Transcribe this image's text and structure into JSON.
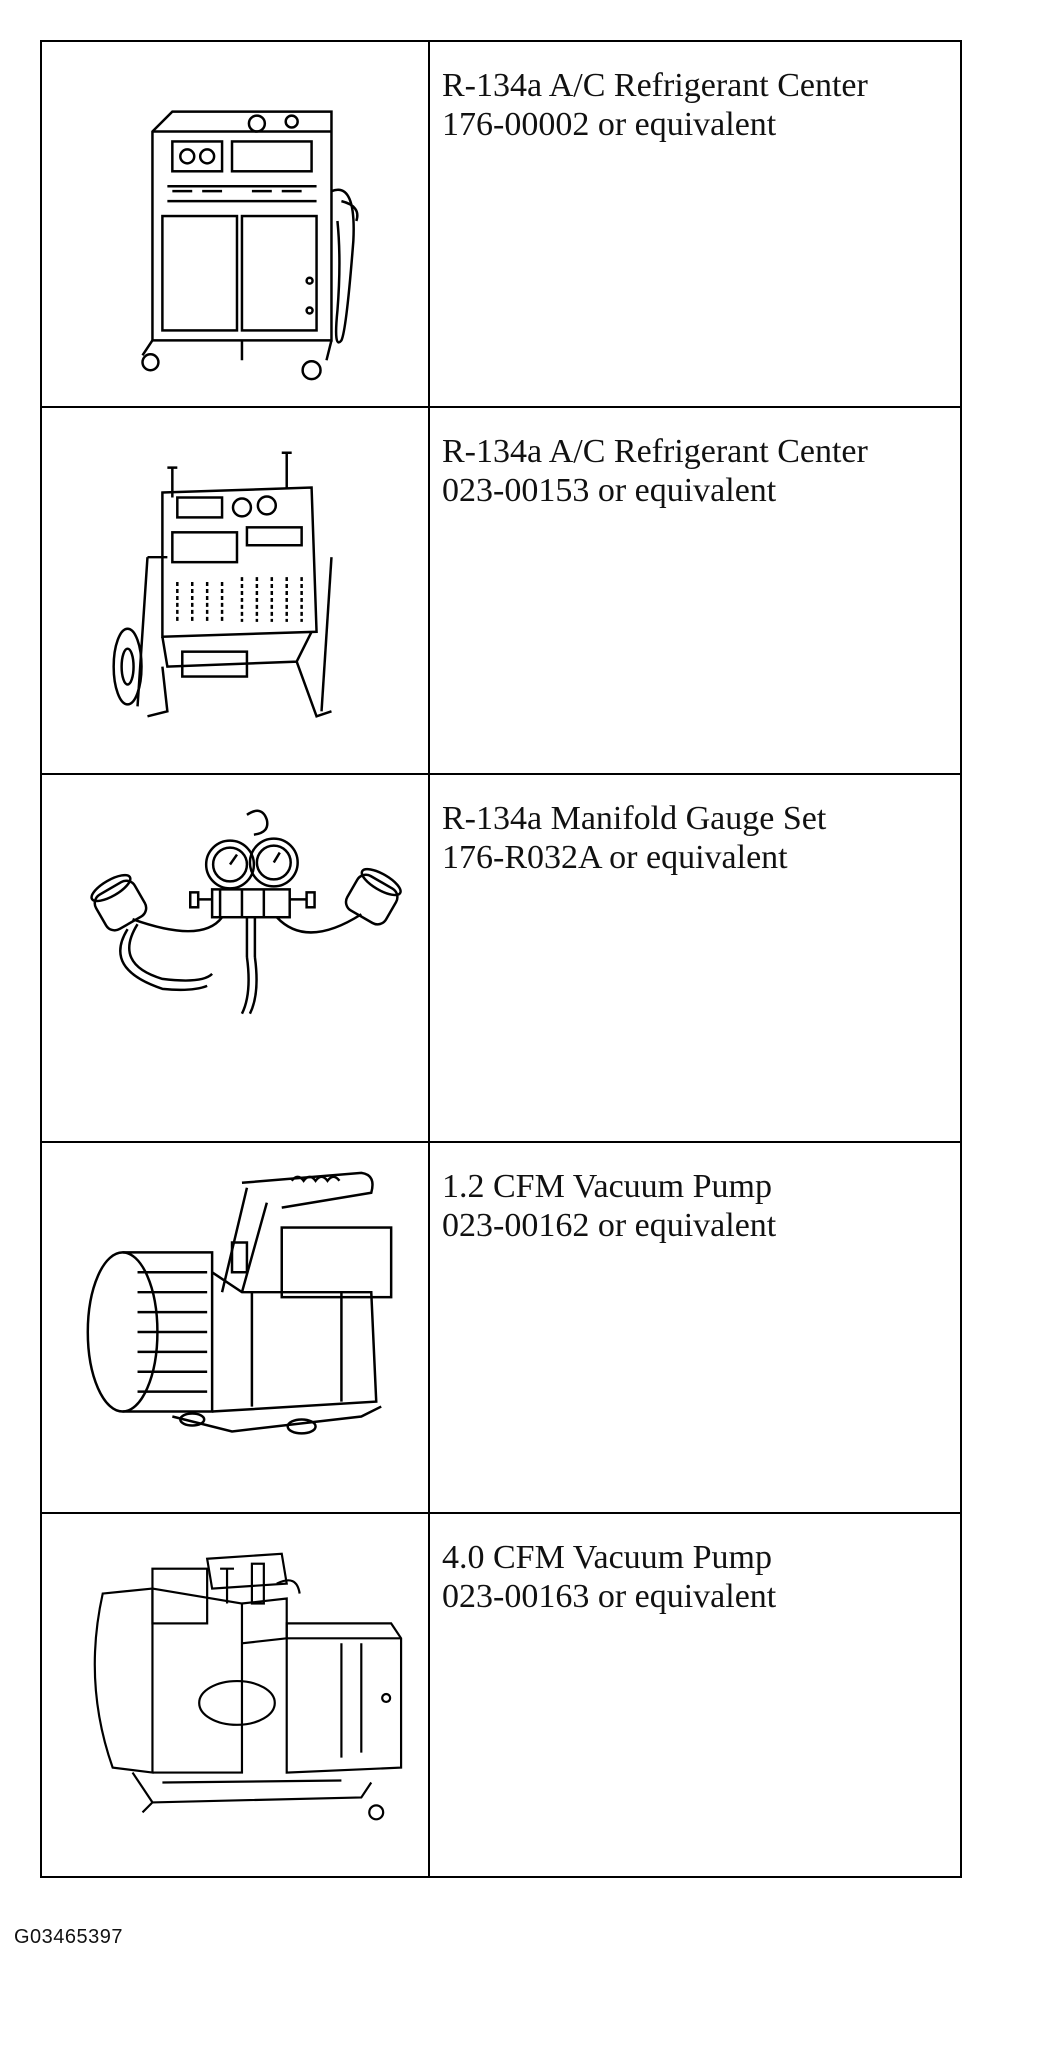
{
  "tools": [
    {
      "icon": "refrigerant-center-cabinet-icon",
      "name": "R-134a A/C Refrigerant Center",
      "part": "176-00002 or equivalent"
    },
    {
      "icon": "refrigerant-center-cart-icon",
      "name": "R-134a A/C Refrigerant Center",
      "part": "023-00153 or equivalent"
    },
    {
      "icon": "manifold-gauge-set-icon",
      "name": "R-134a Manifold Gauge Set",
      "part": "176-R032A or equivalent"
    },
    {
      "icon": "vacuum-pump-small-icon",
      "name": "1.2 CFM Vacuum Pump",
      "part": "023-00162 or equivalent"
    },
    {
      "icon": "vacuum-pump-large-icon",
      "name": "4.0 CFM Vacuum Pump",
      "part": "023-00163 or equivalent"
    }
  ],
  "caption": "G03465397"
}
